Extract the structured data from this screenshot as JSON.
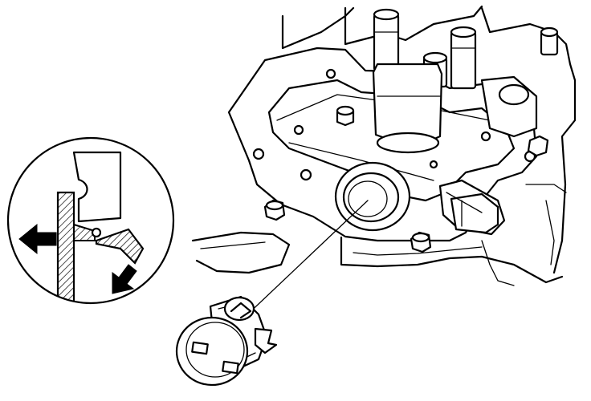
{
  "figure": {
    "components": [
      {
        "name": "engine-block",
        "kind": "line drawing of engine cover / cylinder head area"
      },
      {
        "name": "oil-seal-plug",
        "kind": "removed plug with two square slots and locking tab"
      },
      {
        "name": "detail-circle",
        "kind": "magnified cross-section of locking claw"
      }
    ],
    "arrows": [
      {
        "name": "pull-out-arrow",
        "direction": "left"
      },
      {
        "name": "press-down-arrow",
        "direction": "down-right"
      }
    ],
    "colors": {
      "ink": "#000000",
      "paper": "#ffffff"
    }
  }
}
